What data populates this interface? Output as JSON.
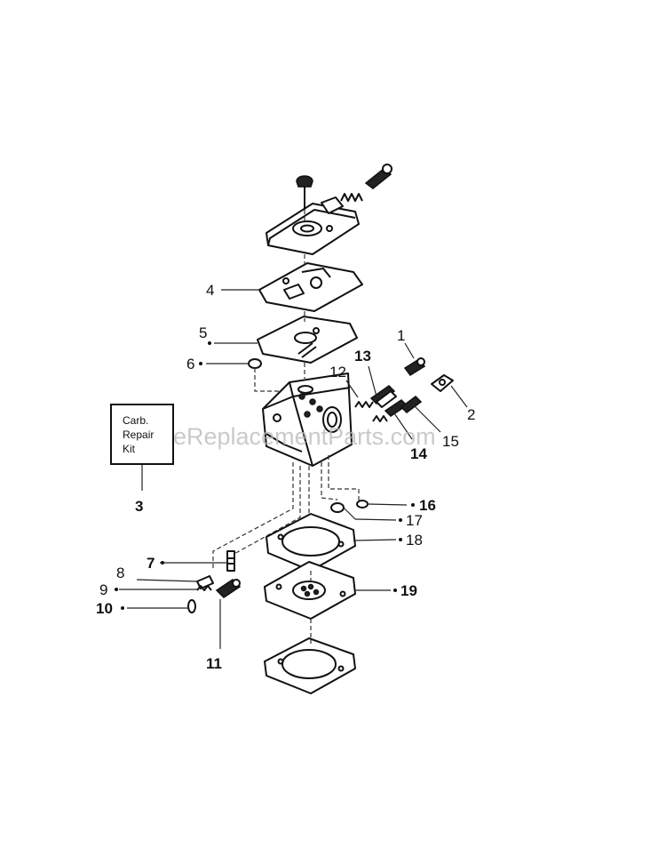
{
  "watermark": "eReplacementParts.com",
  "repair_kit": {
    "line1": "Carb.",
    "line2": "Repair",
    "line3": "Kit"
  },
  "callouts": {
    "p1": "1",
    "p2": "2",
    "p3": "3",
    "p4": "4",
    "p5": "5",
    "p6": "6",
    "p7": "7",
    "p8": "8",
    "p9": "9",
    "p10": "10",
    "p11": "11",
    "p12": "12",
    "p13": "13",
    "p14": "14",
    "p15": "15",
    "p16": "16",
    "p17": "17",
    "p18": "18",
    "p19": "19"
  }
}
